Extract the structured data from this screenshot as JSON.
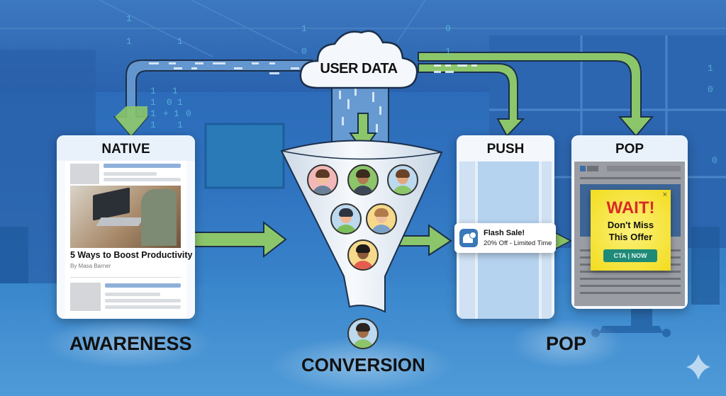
{
  "hub": {
    "label": "USER DATA",
    "icon": "cloud-icon"
  },
  "binary_digits": [
    "1",
    "1",
    "1",
    "0",
    "1",
    "1",
    "+",
    "1",
    "0",
    "1",
    "1"
  ],
  "native": {
    "title": "NATIVE",
    "article_title": "5 Ways to Boost Productivity",
    "article_author": "By Masa Barner",
    "image": "laptop-photo"
  },
  "push": {
    "title": "PUSH",
    "notification_title": "Flash Sale!",
    "notification_body": "20% Off - Limited Time",
    "notification_icon": "bell-clock-icon"
  },
  "pop": {
    "title": "POP",
    "popup_headline": "WAIT!",
    "popup_line1": "Don't Miss",
    "popup_line2": "This Offer",
    "popup_button": "CTA | NOW",
    "popup_close": "×"
  },
  "stages": {
    "awareness": "AWARENESS",
    "conversion": "CONVERSION",
    "pop": "POP"
  },
  "funnel": {
    "avatars": [
      {
        "bg": "#f2b8b8",
        "skin": "#f0c09e",
        "hair": "#5a3a24",
        "shirt": "#6b7f99"
      },
      {
        "bg": "#8cc56a",
        "skin": "#b07a52",
        "hair": "#3b2a1e",
        "shirt": "#3d4756"
      },
      {
        "bg": "#bcd9ee",
        "skin": "#e2a77e",
        "hair": "#6a4326",
        "shirt": "#8cc56a"
      },
      {
        "bg": "#bcd9ee",
        "skin": "#f0b590",
        "hair": "#2c3440",
        "shirt": "#7cbf5a"
      },
      {
        "bg": "#f6d98a",
        "skin": "#f0c09e",
        "hair": "#b07a4a",
        "shirt": "#7aa2c9"
      },
      {
        "bg": "#f6d98a",
        "skin": "#8a5a3a",
        "hair": "#1e1a18",
        "shirt": "#e65c4f"
      }
    ],
    "output_avatar": {
      "bg": "#bcd9ee",
      "skin": "#a06e48",
      "hair": "#2a2420",
      "shirt": "#8cc56a"
    }
  },
  "colors": {
    "arrow_green": "#8cc66a",
    "popup_yellow": "#f6e33a",
    "popup_red": "#d92a2a",
    "cta_teal": "#1e8a78",
    "push_icon_blue": "#3a78b8"
  }
}
